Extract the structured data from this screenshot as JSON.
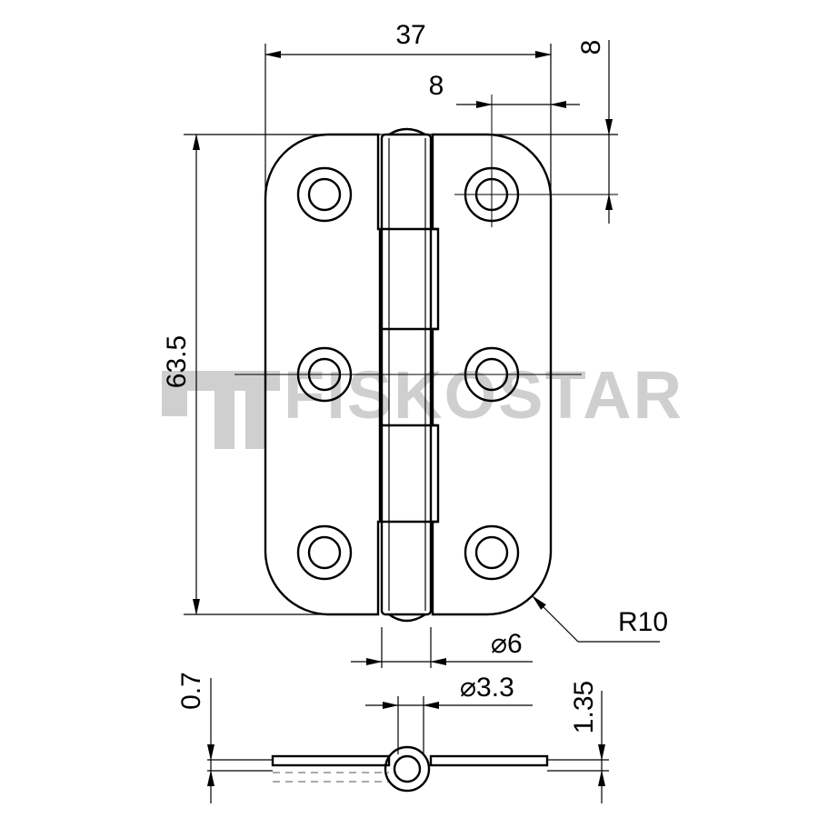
{
  "dimensions": {
    "overall_width": "37",
    "hole_edge_offset_x": "8",
    "hole_edge_offset_y": "8",
    "height": "63.5",
    "corner_radius": "R10",
    "knuckle_diameter": "⌀6",
    "pin_diameter": "⌀3.3",
    "leaf_thickness": "0.7",
    "total_thickness": "1.35"
  },
  "watermark": {
    "text": "FISKOSTAR",
    "logo_icon": "fiskostar-logo-icon"
  },
  "colors": {
    "line": "#000000",
    "watermark": "#cfcfcf",
    "background": "#ffffff"
  }
}
